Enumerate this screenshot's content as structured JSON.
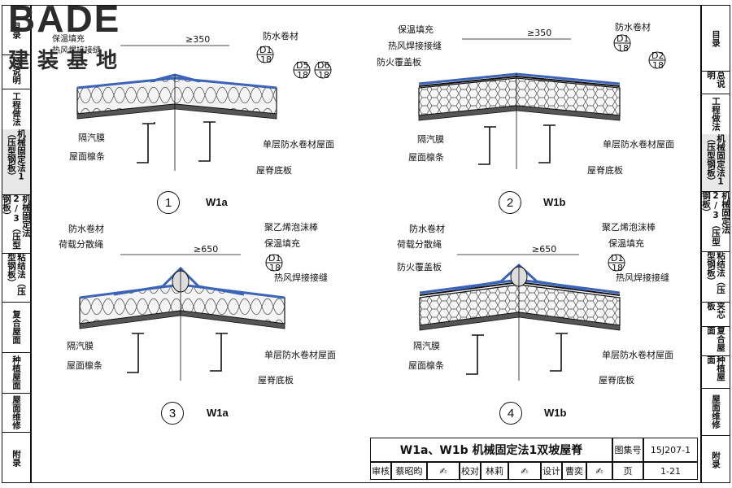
{
  "logo": {
    "brand": "BADE",
    "subtitle": "建装基地"
  },
  "left_tabs": [
    {
      "label": "目录"
    },
    {
      "label": "总说明"
    },
    {
      "label": "工程做法"
    },
    {
      "label": "机械固定法1（压型钢板）"
    },
    {
      "label": "机械固定法2/3（压型钢板）"
    },
    {
      "label": "粘结法（压型钢板）"
    },
    {
      "label": "复合屋面"
    },
    {
      "label": "种植屋面"
    },
    {
      "label": "屋面维修"
    },
    {
      "label": "附录"
    }
  ],
  "right_tabs": [
    {
      "label": "目录"
    },
    {
      "label": "总说明"
    },
    {
      "label": "工程做法"
    },
    {
      "label": "机械固定法1（压型钢板）"
    },
    {
      "label": "机械固定法2/3（压型钢板）"
    },
    {
      "label": "粘结法（压型钢板）"
    },
    {
      "label": "夹芯板"
    },
    {
      "label": "复合屋面"
    },
    {
      "label": "种植屋面"
    },
    {
      "label": "屋面维修"
    },
    {
      "label": "附录"
    }
  ],
  "details": [
    {
      "num": "1",
      "code": "W1a",
      "dim": "≥350",
      "labels": {
        "waterproof": "防水卷材",
        "vapor": "隔汽膜",
        "purlin": "屋面檩条",
        "base": "屋脊底板",
        "single": "单层防水卷材屋面",
        "hidden1": "保温填充",
        "hidden2": "热风焊接接缝"
      },
      "refs": [
        {
          "top": "D1",
          "bot": "18"
        },
        {
          "top": "D5",
          "bot": "18"
        },
        {
          "top": "D6",
          "bot": "18"
        }
      ]
    },
    {
      "num": "2",
      "code": "W1b",
      "dim": "≥350",
      "labels": {
        "insul": "保温填充",
        "weld": "热风焊接接缝",
        "fire": "防火覆盖板",
        "waterproof": "防水卷材",
        "vapor": "隔汽膜",
        "purlin": "屋面檩条",
        "base": "屋脊底板",
        "single": "单层防水卷材屋面"
      },
      "refs": [
        {
          "top": "D1",
          "bot": "18"
        },
        {
          "top": "D2",
          "bot": "18"
        }
      ]
    },
    {
      "num": "3",
      "code": "W1a",
      "dim": "≥650",
      "labels": {
        "waterproof": "防水卷材",
        "rope": "荷载分散绳",
        "foam": "聚乙烯泡沫棒",
        "insul": "保温填充",
        "weld": "热风焊接接缝",
        "vapor": "隔汽膜",
        "purlin": "屋面檩条",
        "base": "屋脊底板",
        "single": "单层防水卷材屋面"
      },
      "refs": [
        {
          "top": "D1",
          "bot": "18"
        }
      ]
    },
    {
      "num": "4",
      "code": "W1b",
      "dim": "≥650",
      "labels": {
        "waterproof": "防水卷材",
        "rope": "荷载分散绳",
        "fire": "防火覆盖板",
        "foam": "聚乙烯泡沫棒",
        "insul": "保温填充",
        "weld": "热风焊接接缝",
        "vapor": "隔汽膜",
        "purlin": "屋面檩条",
        "base": "屋脊底板",
        "single": "单层防水卷材屋面"
      },
      "refs": [
        {
          "top": "D1",
          "bot": "18"
        }
      ]
    }
  ],
  "title_block": {
    "title": "W1a、W1b 机械固定法1双坡屋脊",
    "atlas_label": "图集号",
    "atlas_no": "15J207-1",
    "page_label": "页",
    "page_no": "1-21",
    "review_label": "审核",
    "reviewer": "蔡昭昀",
    "check_label": "校对",
    "checker": "林莉",
    "design_label": "设计",
    "designer": "曹奕"
  },
  "colors": {
    "membrane": "#3b63b8",
    "line": "#111111",
    "insulation": "#f2f2f2"
  }
}
